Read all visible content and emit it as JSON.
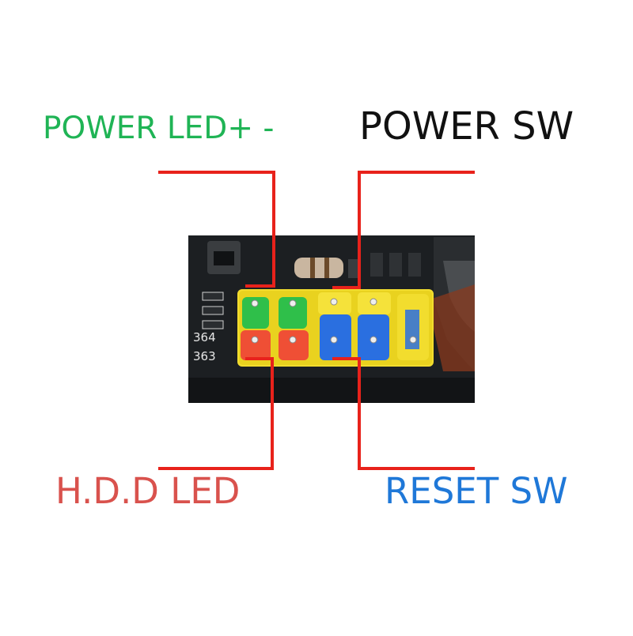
{
  "labels": {
    "power_led": "POWER LED+ -",
    "power_sw": "POWER SW",
    "hdd_led": "H.D.D LED",
    "reset_sw": "RESET SW"
  },
  "board_text": {
    "top_code": "364",
    "bottom_code": "363"
  },
  "colors": {
    "power_led": "#1fb455",
    "power_sw": "#111111",
    "hdd_led": "#d9524d",
    "reset_sw": "#1f78d8",
    "leader_line": "#e8221b",
    "yellow_plastic": "#f2dd2e",
    "green_pins": "#2fbf4a",
    "red_pins": "#ef4f35",
    "blue_pins": "#2a6fe0",
    "pcb": "#1c1f22"
  },
  "icons": {
    "board": "motherboard-photo",
    "header": "front-panel-header"
  }
}
